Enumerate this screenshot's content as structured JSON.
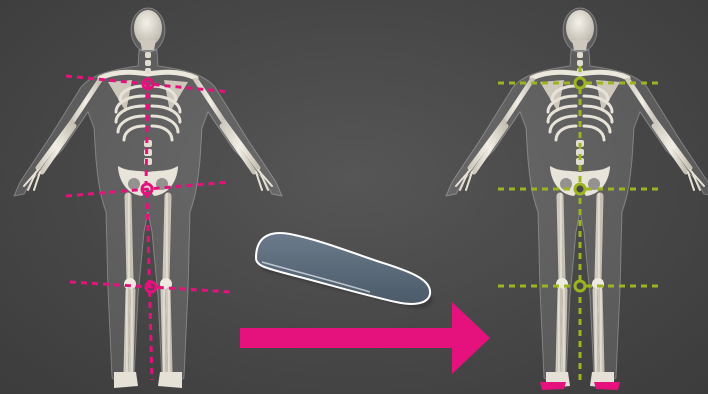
{
  "scene": {
    "background_color": "#474747",
    "left_figure": {
      "state": "misaligned",
      "marker_color": "#e5127d",
      "marker_count": 3,
      "alignment_lines": [
        "shoulders",
        "pelvis",
        "knees"
      ]
    },
    "right_figure": {
      "state": "aligned",
      "marker_color": "#9cb51e",
      "marker_count": 3,
      "alignment_lines": [
        "shoulders",
        "pelvis",
        "knees"
      ],
      "insoles_color": "#e5127d"
    },
    "insole": {
      "color": "#5a6a7a",
      "outline_color": "#ffffff"
    },
    "arrow": {
      "color": "#e5127d",
      "direction": "right"
    }
  }
}
